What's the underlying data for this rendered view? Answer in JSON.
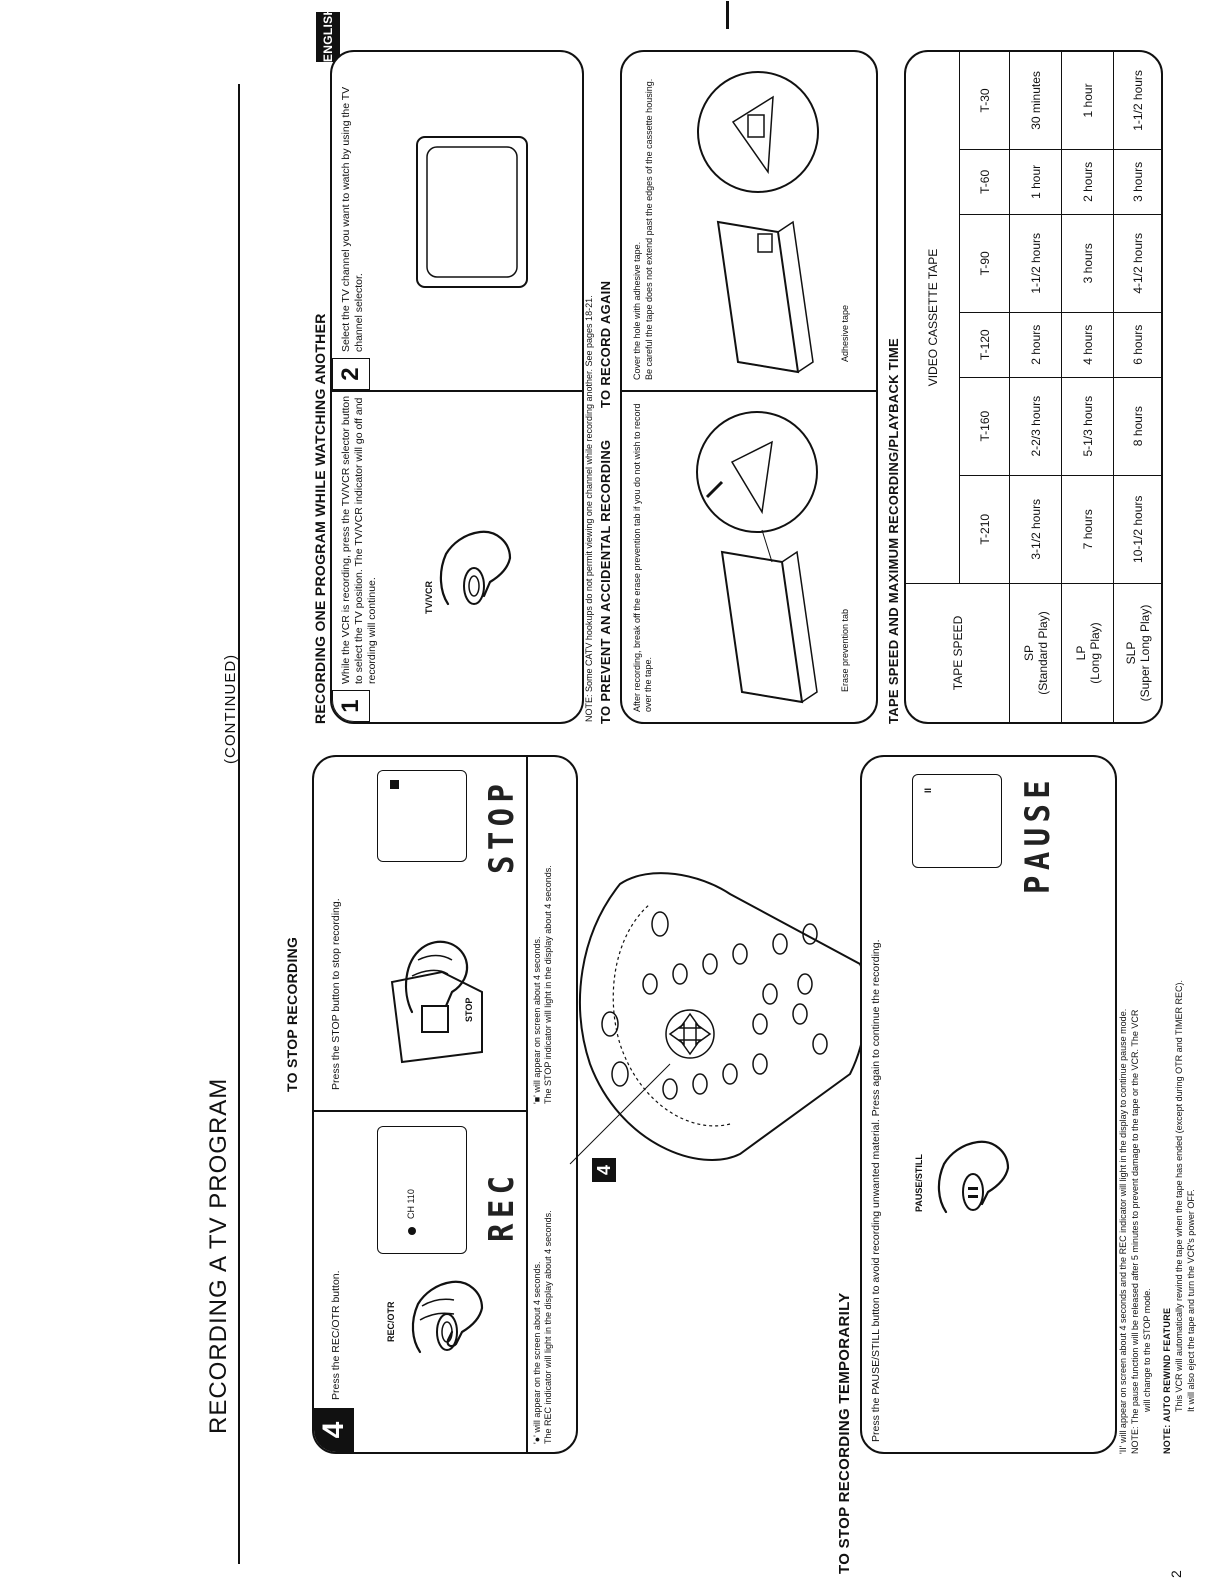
{
  "header": {
    "title": "RECORDING A TV PROGRAM",
    "continued": "(CONTINUED)",
    "language_badge": "ENGLISH",
    "page_number": "2"
  },
  "step4": {
    "number": "4",
    "left_instruction": "Press the REC/OTR button.",
    "rec_button_label": "REC/OTR",
    "screen_channel": "CH 110",
    "display_rec": "REC",
    "rec_note": "'●' will appear on the screen about 4 seconds.\nThe REC indicator will light in the display about 4 seconds.",
    "stop_heading": "TO STOP RECORDING",
    "stop_instruction": "Press the STOP button to stop recording.",
    "stop_button_label": "STOP",
    "display_stop": "STOP",
    "stop_note": "'■' will appear on screen about 4 seconds.\nThe STOP indicator will light in the display about 4 seconds."
  },
  "remote_callout": "4",
  "pause": {
    "heading": "TO STOP RECORDING TEMPORARILY",
    "instruction": "Press the PAUSE/STILL button to avoid recording unwanted material. Press again to continue the recording.",
    "button_label": "PAUSE/STILL",
    "screen_symbol": "II",
    "display_pause": "PAUSE",
    "note1": "'II' will appear on screen about 4 seconds and the REC indicator will light in the display to continue pause mode.",
    "note2": "NOTE:  The pause function will be released after 5 minutes to prevent damage to the tape or the VCR. The VCR",
    "note3": "will change to the STOP mode."
  },
  "auto_rewind": {
    "title": "NOTE:  AUTO REWIND FEATURE",
    "line1": "This VCR will automatically rewind the tape when the tape has ended (except during OTR and TIMER REC).",
    "line2": "It will also eject the tape and turn the VCR's power OFF."
  },
  "watching": {
    "heading": "RECORDING ONE PROGRAM WHILE WATCHING ANOTHER",
    "step1_number": "1",
    "step1_text": "While the VCR is recording, press the TV/VCR selector button to select the TV position. The TV/VCR indicator will go off and recording will continue.",
    "tvvcr_label": "TV/VCR",
    "step2_number": "2",
    "step2_text": "Select the TV channel you want to watch by using the TV channel selector.",
    "note": "NOTE: Some CATV hookups do not permit viewing one channel while recording another. See pages 18-21."
  },
  "prevent": {
    "heading": "TO PREVENT AN ACCIDENTAL RECORDING",
    "text": "After recording, break off the erase prevention tab if you do not wish to record over the tape.",
    "tab_label": "Erase prevention tab"
  },
  "record_again": {
    "heading": "TO RECORD AGAIN",
    "text1": "Cover the hole with adhesive tape.",
    "text2": "Be careful the tape does not extend past the edges of the cassette housing.",
    "tape_label": "Adhesive tape"
  },
  "tape_table": {
    "heading": "TAPE SPEED AND MAXIMUM RECORDING/PLAYBACK TIME",
    "corner_header": "TAPE SPEED",
    "group_header": "VIDEO CASSETTE TAPE",
    "columns": [
      "T-210",
      "T-160",
      "T-120",
      "T-90",
      "T-60",
      "T-30"
    ],
    "rows": [
      {
        "speed": "SP",
        "speed_full": "(Standard Play)",
        "values": [
          "3-1/2 hours",
          "2-2/3 hours",
          "2 hours",
          "1-1/2 hours",
          "1 hour",
          "30 minutes"
        ]
      },
      {
        "speed": "LP",
        "speed_full": "(Long Play)",
        "values": [
          "7 hours",
          "5-1/3 hours",
          "4 hours",
          "3 hours",
          "2 hours",
          "1 hour"
        ]
      },
      {
        "speed": "SLP",
        "speed_full": "(Super Long Play)",
        "values": [
          "10-1/2 hours",
          "8 hours",
          "6 hours",
          "4-1/2 hours",
          "3 hours",
          "1-1/2 hours"
        ]
      }
    ]
  }
}
